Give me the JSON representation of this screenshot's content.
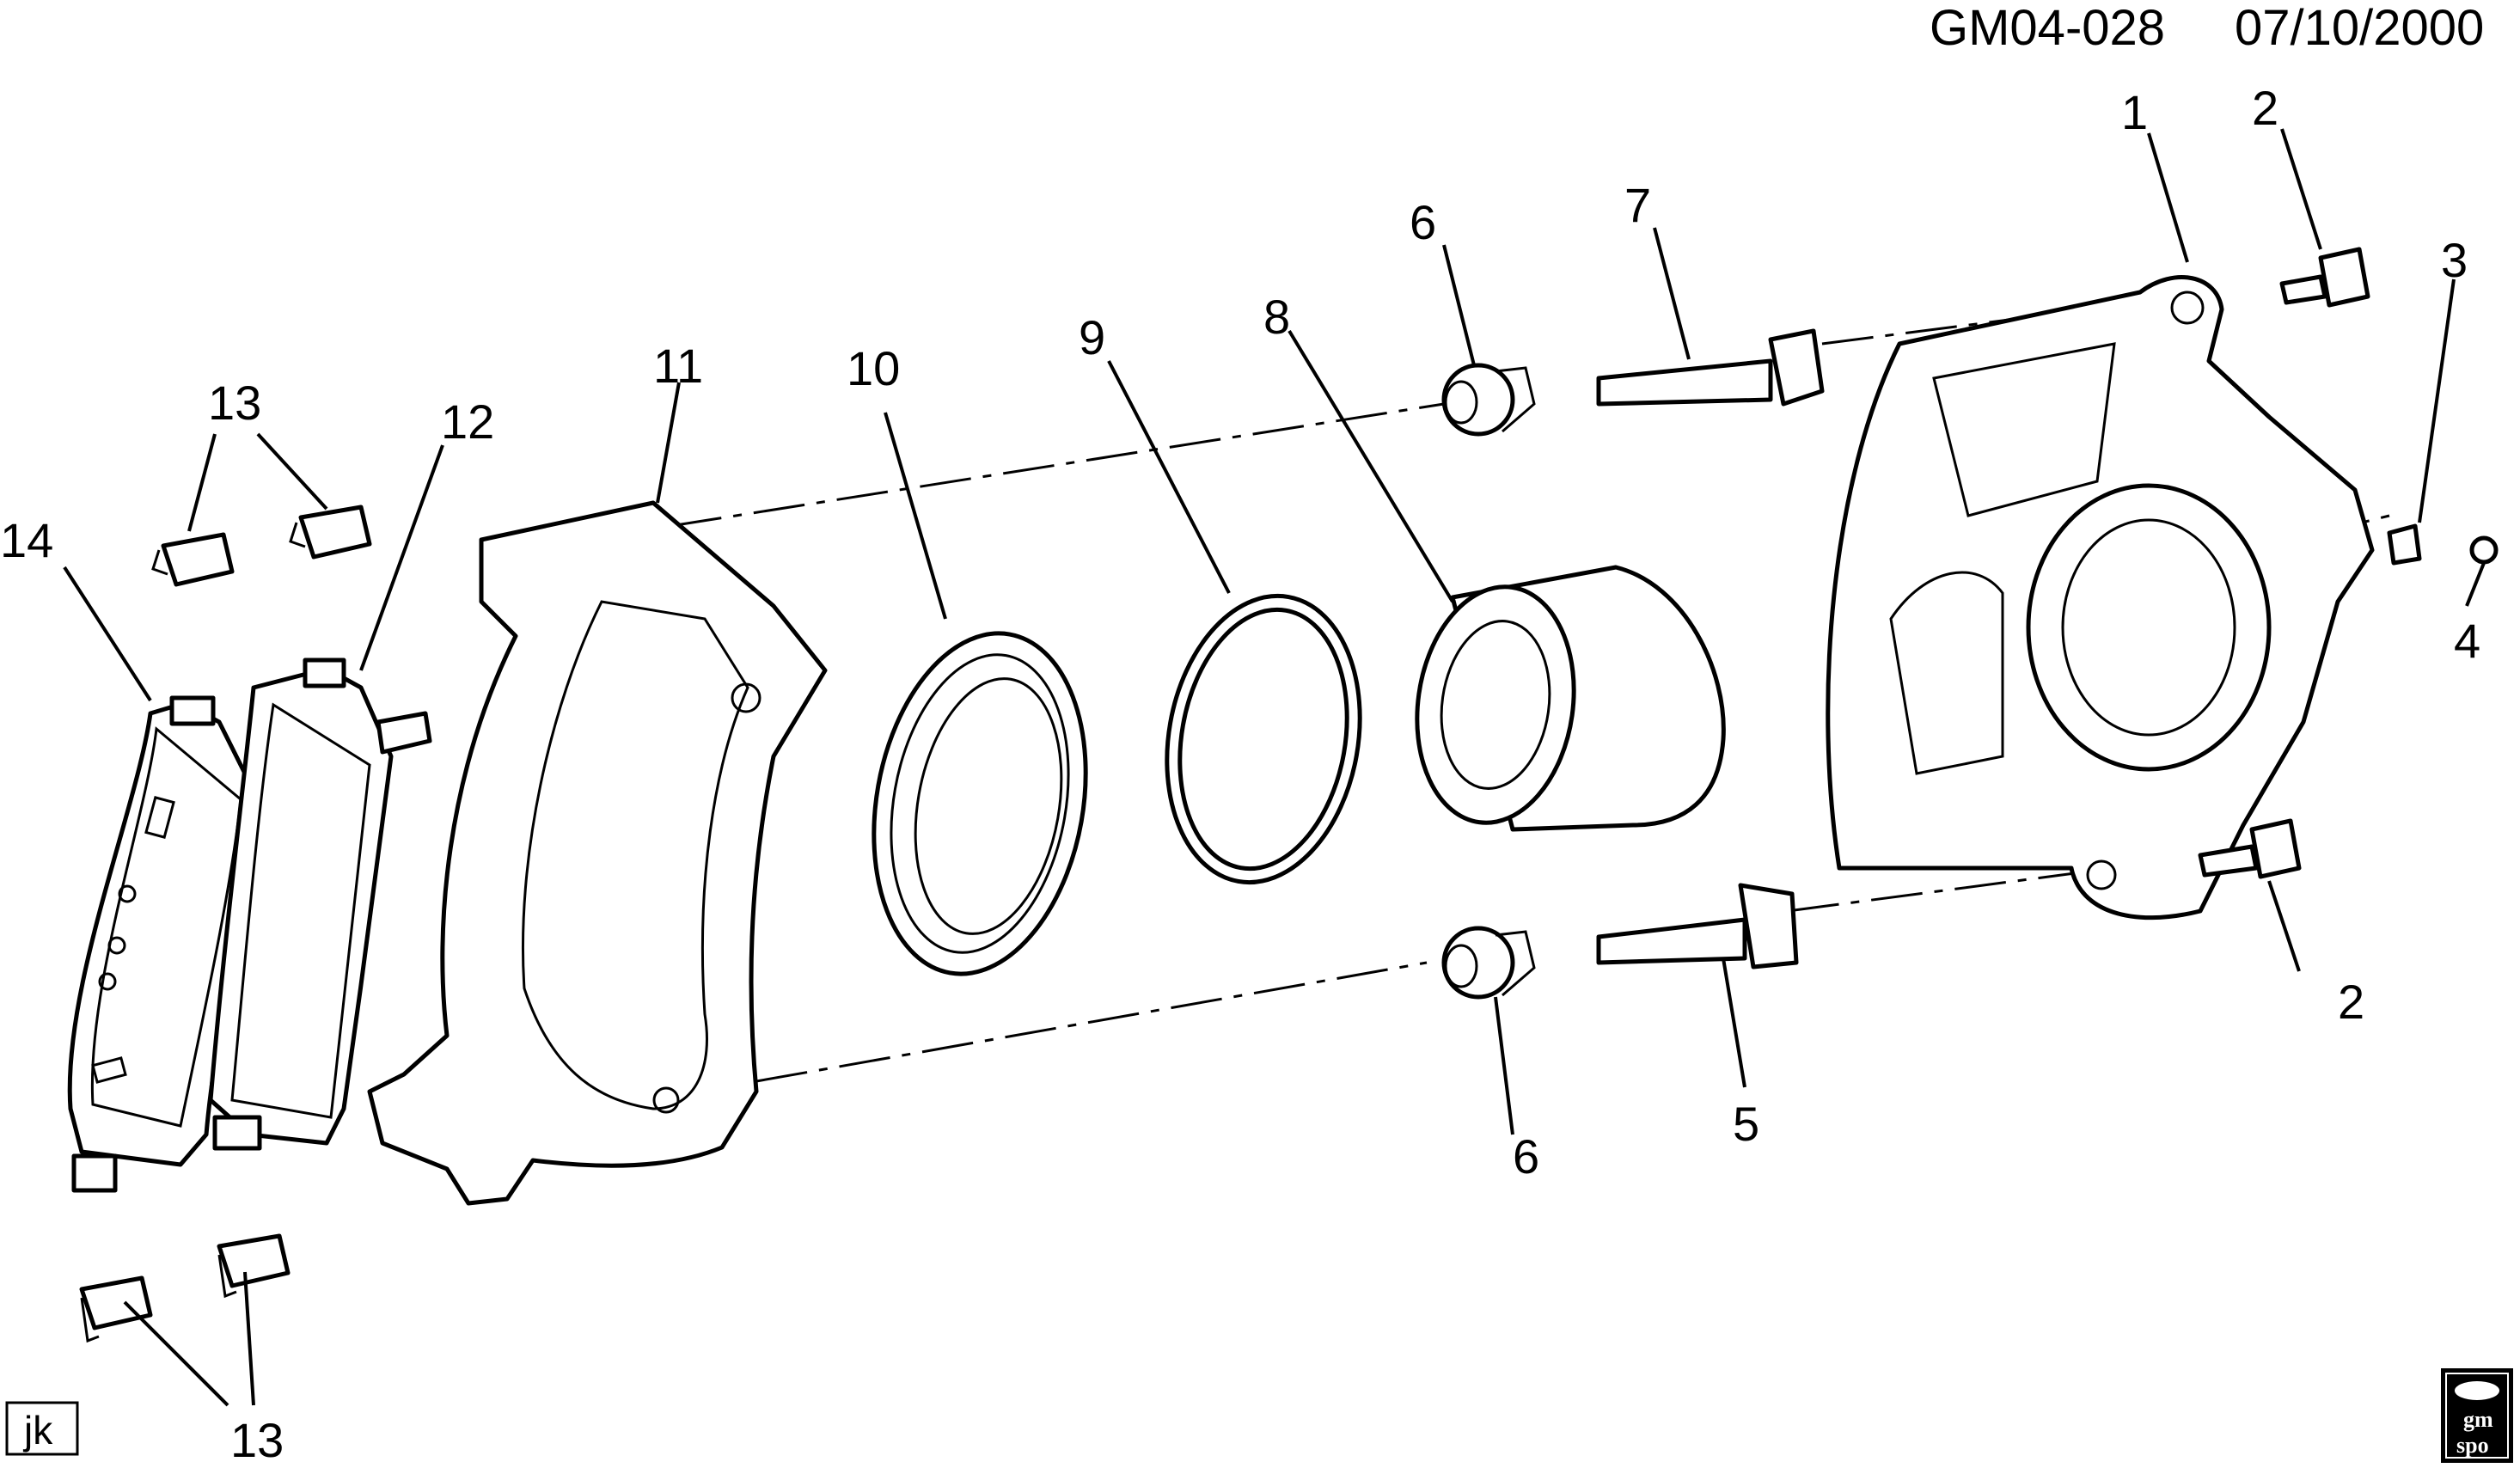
{
  "header": {
    "drawing_id": "GM04-028",
    "date": "07/10/2000"
  },
  "callouts": {
    "c1": "1",
    "c2a": "2",
    "c2b": "2",
    "c3": "3",
    "c4": "4",
    "c5": "5",
    "c6a": "6",
    "c6b": "6",
    "c7": "7",
    "c8": "8",
    "c9": "9",
    "c10": "10",
    "c11": "11",
    "c12": "12",
    "c13a": "13",
    "c13b": "13",
    "c14": "14"
  },
  "footer": {
    "author_tag": "jk",
    "logo_line1": "gm",
    "logo_line2": "spo"
  },
  "icons": {
    "logo": "gm-spo-logo-icon"
  }
}
